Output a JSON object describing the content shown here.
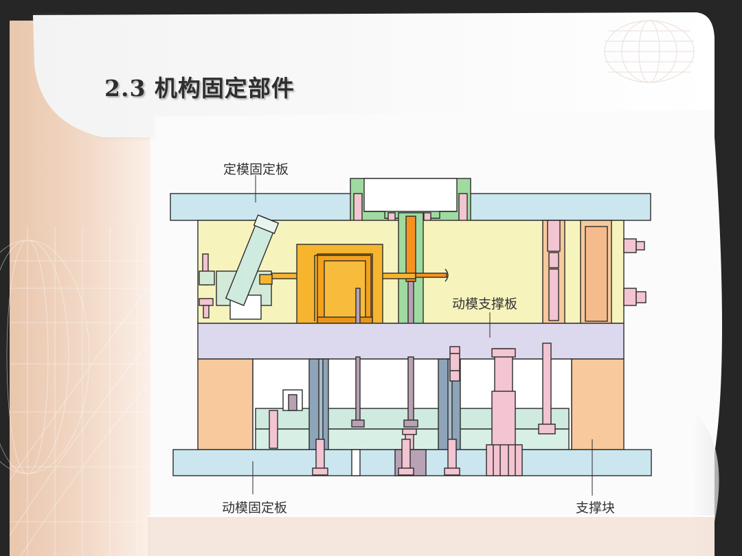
{
  "slide": {
    "title": "2.3 机构固定部件"
  },
  "labels": {
    "fixed_clamp_plate": "定模固定板",
    "moving_support_plate": "动模支撑板",
    "moving_clamp_plate": "动模固定板",
    "support_block": "支撑块"
  },
  "colors": {
    "plate_blue": "#cbe6ef",
    "cavity_yellow": "#f6f3bd",
    "support_lavender": "#dcd8ee",
    "block_peach": "#f8c99c",
    "insert_orange": "#f6b52e",
    "sprue_green": "#9fdba0",
    "pin_pink": "#f3c4d1",
    "pin_steel": "#8ea4b8",
    "ejector_mint": "#cfeadf"
  }
}
